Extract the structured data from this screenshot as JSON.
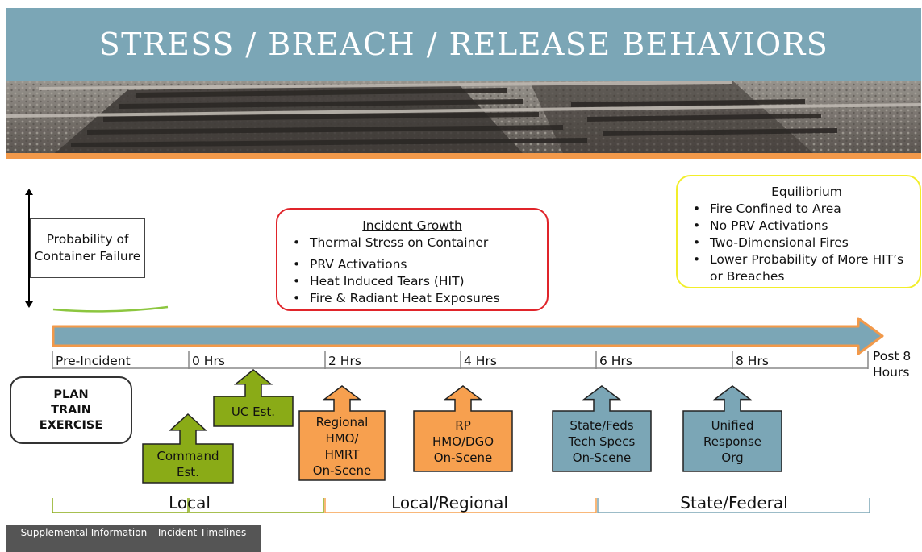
{
  "title": "STRESS / BREACH / RELEASE BEHAVIORS",
  "probability_label": "Probability of Container Failure",
  "incident_growth": {
    "heading": "Incident Growth",
    "items": [
      "Thermal Stress on Container",
      "PRV Activations",
      "Heat Induced Tears (HIT)",
      "Fire & Radiant Heat Exposures"
    ]
  },
  "equilibrium": {
    "heading": "Equilibrium",
    "items": [
      "Fire Confined to Area",
      "No PRV Activations",
      "Two-Dimensional Fires",
      "Lower Probability of More HIT’s or Breaches"
    ]
  },
  "bullet_char": "•",
  "timeline": {
    "ticks": [
      "Pre-Incident",
      "0 Hrs",
      "2 Hrs",
      "4 Hrs",
      "6 Hrs",
      "8 Hrs"
    ],
    "end_label_line1": "Post 8",
    "end_label_line2": "Hours"
  },
  "plan_box": [
    "PLAN",
    "TRAIN",
    "EXERCISE"
  ],
  "milestones": [
    {
      "lines": [
        "Command",
        "Est."
      ],
      "color": "#8aab17"
    },
    {
      "lines": [
        "UC Est."
      ],
      "color": "#8aab17"
    },
    {
      "lines": [
        "Regional",
        "HMO/",
        "HMRT",
        "On-Scene"
      ],
      "color": "#f7a04f"
    },
    {
      "lines": [
        "RP",
        "HMO/DGO",
        "On-Scene"
      ],
      "color": "#f7a04f"
    },
    {
      "lines": [
        "State/Feds",
        "Tech Specs",
        "On-Scene"
      ],
      "color": "#7ba6b6"
    },
    {
      "lines": [
        "Unified",
        "Response",
        "Org"
      ],
      "color": "#7ba6b6"
    }
  ],
  "phases": [
    {
      "label": "Local",
      "color": "#8aab17"
    },
    {
      "label": "Local/Regional",
      "color": "#f7a04f"
    },
    {
      "label": "State/Federal",
      "color": "#7ba6b6"
    }
  ],
  "footer_note": "Supplemental Information – Incident Timelines",
  "colors": {
    "title_bar": "#7ba6b6",
    "timeline_arrow": "#7ba6b6",
    "timeline_outline": "#f2994a",
    "growth_border": "#e0242a",
    "equilibrium_border": "#f2ee2a"
  }
}
